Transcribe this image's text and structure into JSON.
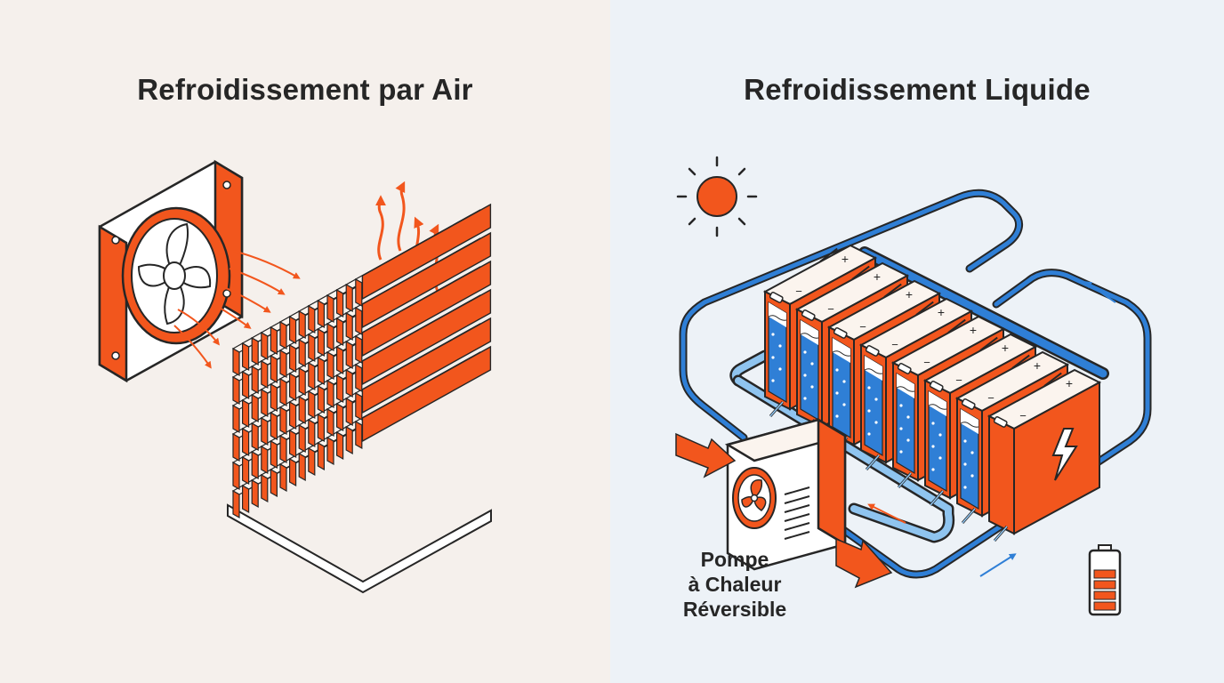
{
  "colors": {
    "accent": "#f2561d",
    "ink": "#262626",
    "water": "#2f7fd6",
    "water_light": "#8fc4ef",
    "bg_left": "#f5f0ec",
    "bg_right": "#edf2f7",
    "cell_top": "#fbf4ee"
  },
  "left": {
    "title": "Refroidissement par Air"
  },
  "right": {
    "title": "Refroidissement Liquide",
    "pump_label_lines": [
      "Pompe",
      "à Chaleur",
      "Réversible"
    ],
    "terminal_plus": "+",
    "terminal_minus": "−"
  },
  "icons": [
    "fan-icon",
    "heat-arrow-icon",
    "sun-icon",
    "lightning-icon",
    "battery-level-icon",
    "flow-arrow-icon"
  ]
}
